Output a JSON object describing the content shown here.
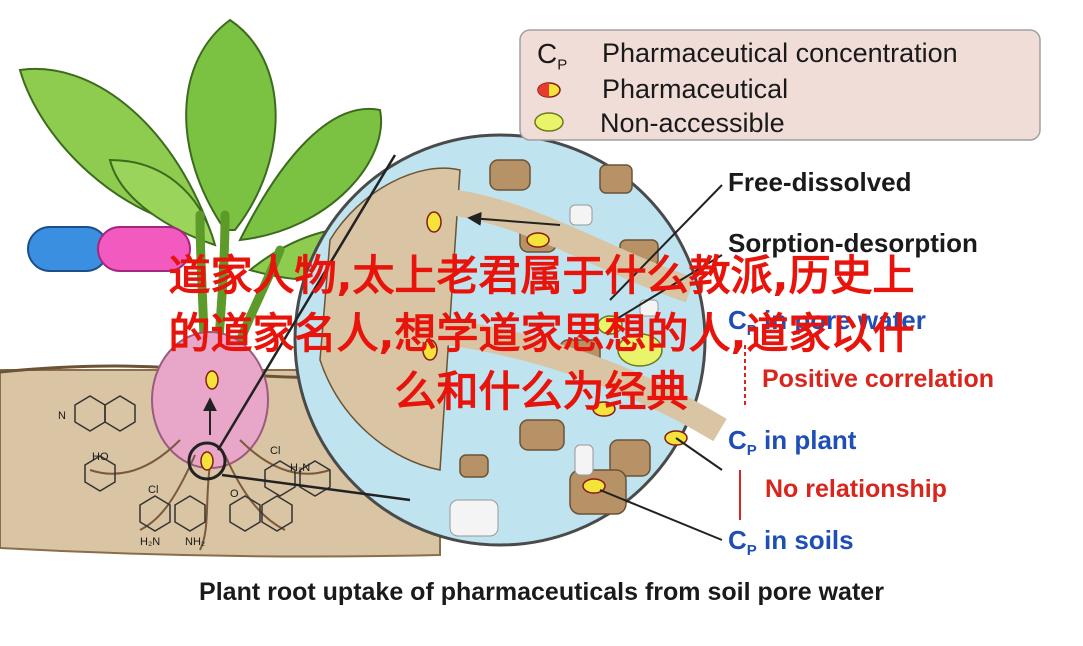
{
  "legend": {
    "cp_symbol": "C",
    "cp_subscript": "P",
    "cp_label": "Pharmaceutical concentration",
    "pharma_label": "Pharmaceutical",
    "nonaccess_label": "Non-accessible"
  },
  "labels": {
    "free_dissolved": "Free-dissolved",
    "sorption": "Sorption-desorption",
    "pore_water_c": "C",
    "pore_water_sub": "P",
    "pore_water_text": " in pore water",
    "positive": "Positive correlation",
    "plant_c": "C",
    "plant_sub": "P",
    "plant_text": " in plant",
    "no_relationship": "No relationship",
    "soils_c": "C",
    "soils_sub": "P",
    "soils_text": " in soils"
  },
  "molecules": {
    "ho": "HO",
    "cl1": "Cl",
    "cl2": "Cl",
    "n1": "N",
    "h2n1": "H₂N",
    "nh2": "NH₂",
    "h2n2": "H₂N",
    "o": "O"
  },
  "overlay": {
    "line1": "道家人物,太上老君属于什么教派,历史上",
    "line2": "的道家名人,想学道家思想的人,道家以什",
    "line3": "么和什么为经典"
  },
  "caption": "Plant root uptake of pharmaceuticals from soil pore water",
  "colors": {
    "label_dark": "#1a1a1a",
    "label_blue": "#1f4fb5",
    "label_red": "#d8251d",
    "overlay_red": "#e8140c",
    "leaf_green": "#7cc242",
    "radish_pink": "#e8a6c8",
    "soil_tan": "#d9c4a3",
    "pore_blue": "#bfe3ef",
    "capsule_pink": "#f25ac0",
    "capsule_blue": "#3b8fe0"
  }
}
